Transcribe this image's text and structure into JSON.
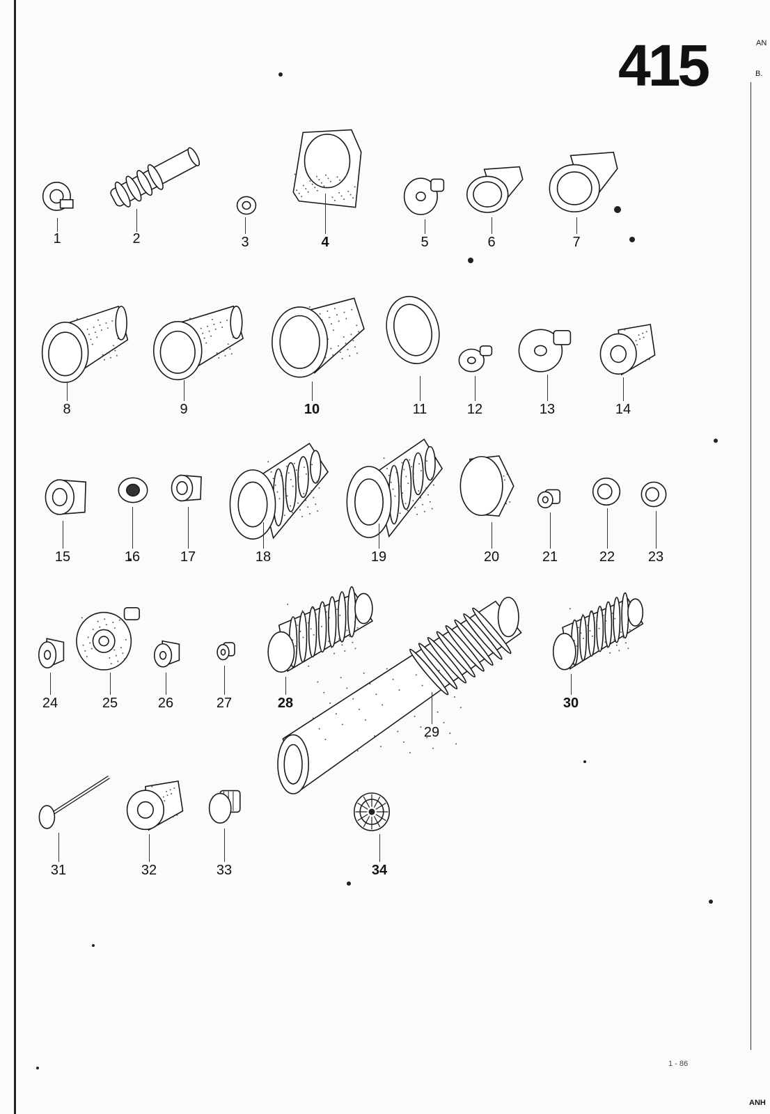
{
  "page": {
    "number": "415",
    "edge_label_top": "AN",
    "edge_label_b": "B.",
    "edge_label_bottom": "ANH",
    "date": "1 - 86"
  },
  "parts": [
    {
      "no": "1",
      "icon": "collar-ring-icon"
    },
    {
      "no": "2",
      "icon": "long-shaft-boot-icon"
    },
    {
      "no": "3",
      "icon": "small-nut-icon"
    },
    {
      "no": "4",
      "icon": "mounting-bracket-boot-icon"
    },
    {
      "no": "5",
      "icon": "disc-grommet-icon"
    },
    {
      "no": "6",
      "icon": "funnel-grommet-icon"
    },
    {
      "no": "7",
      "icon": "funnel-grommet-icon"
    },
    {
      "no": "8",
      "icon": "tubular-boot-icon"
    },
    {
      "no": "9",
      "icon": "tubular-boot-icon"
    },
    {
      "no": "10",
      "icon": "flanged-tube-boot-icon"
    },
    {
      "no": "11",
      "icon": "oval-gasket-icon"
    },
    {
      "no": "12",
      "icon": "small-grommet-icon"
    },
    {
      "no": "13",
      "icon": "disc-grommet-icon"
    },
    {
      "no": "14",
      "icon": "conical-cap-icon"
    },
    {
      "no": "15",
      "icon": "cup-grommet-icon"
    },
    {
      "no": "16",
      "icon": "small-washer-icon"
    },
    {
      "no": "17",
      "icon": "cup-grommet-icon"
    },
    {
      "no": "18",
      "icon": "stepped-bellows-icon"
    },
    {
      "no": "19",
      "icon": "stepped-bellows-icon"
    },
    {
      "no": "20",
      "icon": "round-sleeve-icon"
    },
    {
      "no": "21",
      "icon": "tiny-plug-icon"
    },
    {
      "no": "22",
      "icon": "ring-seal-icon"
    },
    {
      "no": "23",
      "icon": "ring-seal-icon"
    },
    {
      "no": "24",
      "icon": "small-plug-icon"
    },
    {
      "no": "25",
      "icon": "flange-plate-icon"
    },
    {
      "no": "26",
      "icon": "small-plug-icon"
    },
    {
      "no": "27",
      "icon": "tiny-plug-icon"
    },
    {
      "no": "28",
      "icon": "bellows-boot-icon"
    },
    {
      "no": "29",
      "icon": "long-sleeve-icon"
    },
    {
      "no": "30",
      "icon": "bellows-boot-icon"
    },
    {
      "no": "31",
      "icon": "rod-pin-icon"
    },
    {
      "no": "32",
      "icon": "conical-cap-icon"
    },
    {
      "no": "33",
      "icon": "threaded-plug-icon"
    },
    {
      "no": "34",
      "icon": "ribbed-disc-icon"
    }
  ]
}
